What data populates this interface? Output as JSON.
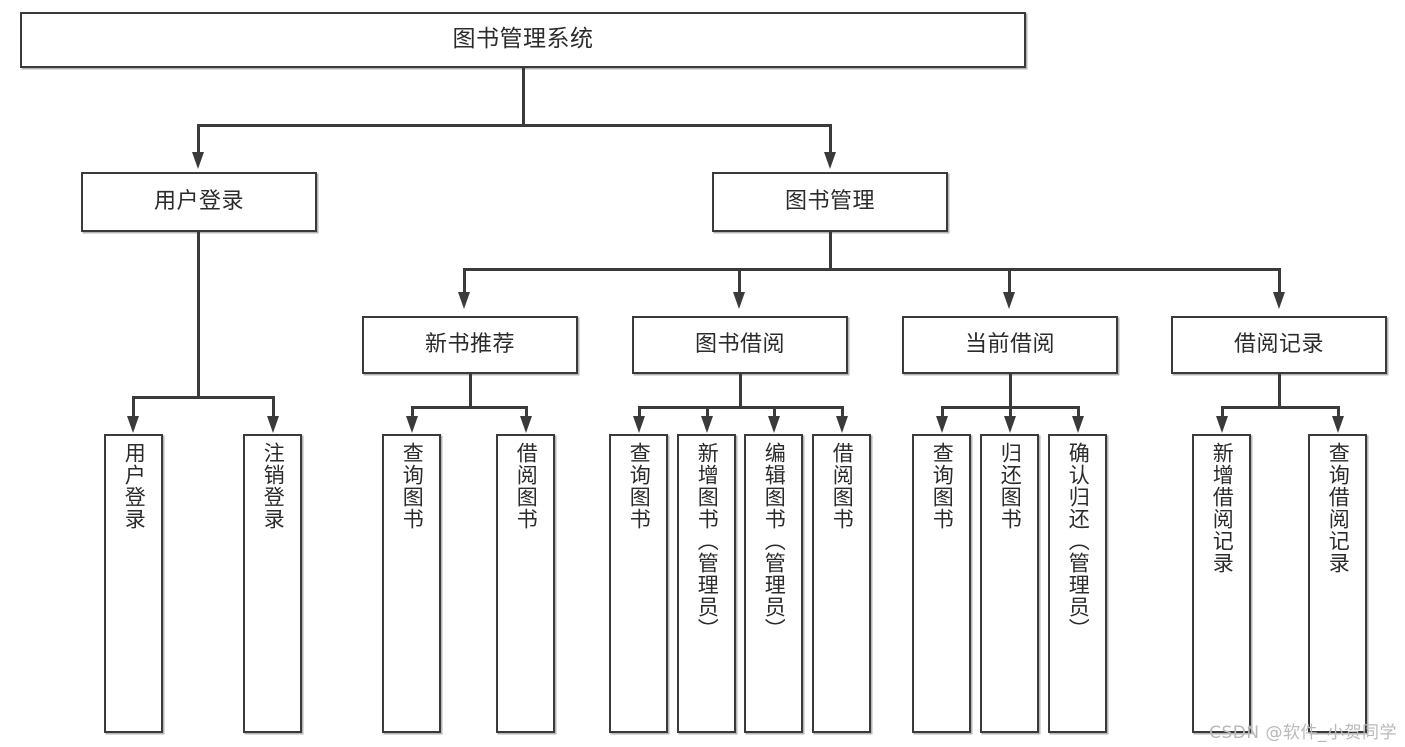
{
  "diagram": {
    "title": "图书管理系统",
    "type": "hierarchy-tree",
    "watermark": "CSDN @软件_小贺同学",
    "colors": {
      "stroke": "#3a3a3a",
      "fill": "#ffffff",
      "text": "#2b2b2b",
      "watermark": "#b9b9b9"
    },
    "levels": {
      "root": {
        "label": "图书管理系统"
      },
      "level2": [
        {
          "label": "用户登录"
        },
        {
          "label": "图书管理"
        }
      ],
      "level3": [
        {
          "label": "新书推荐"
        },
        {
          "label": "图书借阅"
        },
        {
          "label": "当前借阅"
        },
        {
          "label": "借阅记录"
        }
      ],
      "leaves": [
        {
          "label": "用户登录",
          "parent": "用户登录"
        },
        {
          "label": "注销登录",
          "parent": "用户登录"
        },
        {
          "label": "查询图书",
          "parent": "新书推荐"
        },
        {
          "label": "借阅图书",
          "parent": "新书推荐"
        },
        {
          "label": "查询图书",
          "parent": "图书借阅"
        },
        {
          "label": "新增图书（管理员）",
          "parent": "图书借阅"
        },
        {
          "label": "编辑图书（管理员）",
          "parent": "图书借阅"
        },
        {
          "label": "借阅图书",
          "parent": "图书借阅"
        },
        {
          "label": "查询图书",
          "parent": "当前借阅"
        },
        {
          "label": "归还图书",
          "parent": "当前借阅"
        },
        {
          "label": "确认归还（管理员）",
          "parent": "当前借阅"
        },
        {
          "label": "新增借阅记录",
          "parent": "借阅记录"
        },
        {
          "label": "查询借阅记录",
          "parent": "借阅记录"
        }
      ]
    }
  }
}
